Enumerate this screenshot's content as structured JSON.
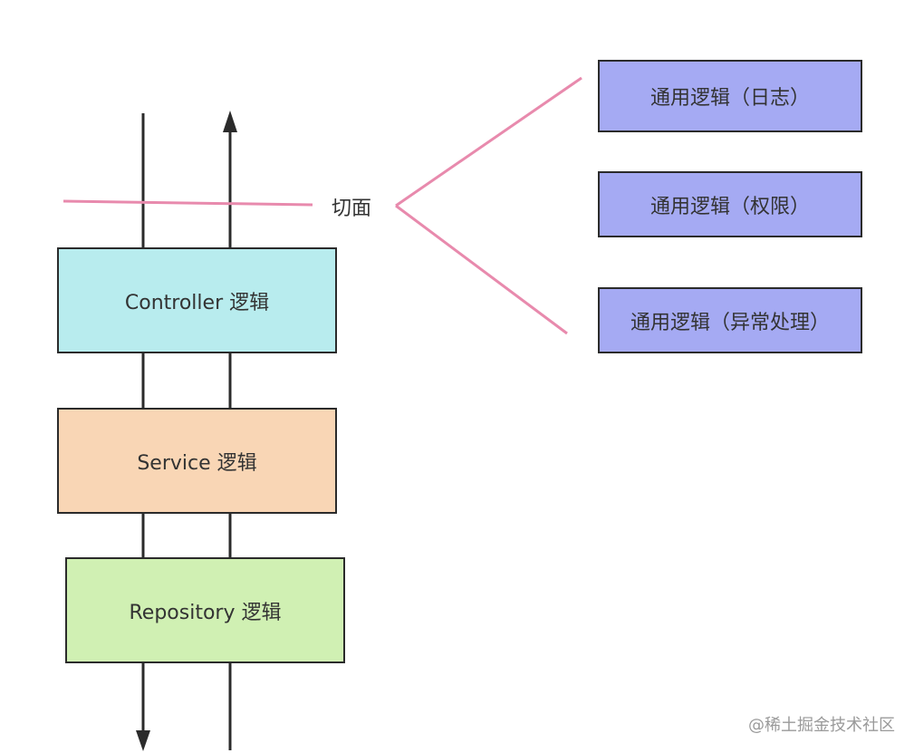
{
  "diagram": {
    "layers": [
      {
        "label": "Controller 逻辑",
        "color": "#b8ecee"
      },
      {
        "label": "Service 逻辑",
        "color": "#f9d6b5"
      },
      {
        "label": "Repository 逻辑",
        "color": "#d0f0b3"
      }
    ],
    "cut_label": "切面",
    "cut_line_color": "#e88aad",
    "aspects": [
      {
        "label": "通用逻辑（日志）"
      },
      {
        "label": "通用逻辑（权限）"
      },
      {
        "label": "通用逻辑（异常处理）"
      }
    ],
    "aspect_color": "#a5aaf3"
  },
  "watermark": "@稀土掘金技术社区"
}
